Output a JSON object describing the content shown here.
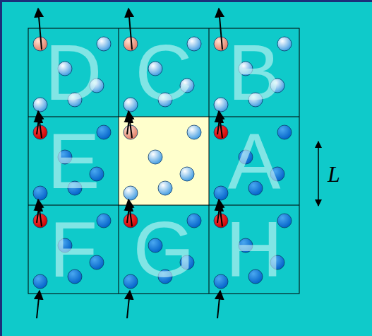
{
  "diagram": {
    "nodes": [
      {
        "text": [
          "D"
        ]
      },
      {
        "text": [
          "C"
        ]
      },
      {
        "text": [
          "B"
        ]
      },
      {
        "text": [
          "E"
        ]
      },
      {
        "text": [
          "A"
        ]
      },
      {
        "text": [
          "F"
        ]
      },
      {
        "text": [
          "G"
        ]
      },
      {
        "text": [
          "H"
        ]
      }
    ],
    "labels": [
      "L"
    ]
  }
}
